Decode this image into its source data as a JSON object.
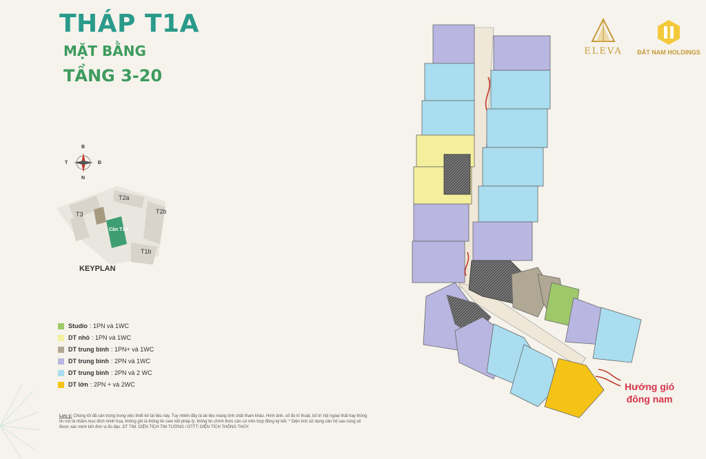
{
  "header": {
    "title": "THÁP T1A",
    "subtitle": "MẶT BẰNG",
    "floors": "TẦNG 3-20"
  },
  "logos": {
    "eleva": "ELEVA",
    "datnam": "ĐẤT NAM HOLDINGS"
  },
  "compass": {
    "north_top": "B",
    "west": "T",
    "east": "Đ",
    "south": "N"
  },
  "keyplan": {
    "label": "KEYPLAN",
    "towers": [
      "T3",
      "T2a",
      "T2b",
      "T1b",
      "Căn T1A"
    ]
  },
  "legend": [
    {
      "name": "Studio",
      "desc": "1PN và 1WC",
      "color": "#9ec86a"
    },
    {
      "name": "DT nhỏ",
      "desc": "1PN và 1WC",
      "color": "#f4ef9c"
    },
    {
      "name": "DT trung bình",
      "desc": "1PN+ và 1WC",
      "color": "#b0a894"
    },
    {
      "name": "DT trung bình",
      "desc": "2PN và 1WC",
      "color": "#b9b6e2"
    },
    {
      "name": "DT trung bình",
      "desc": "2PN và 2 WC",
      "color": "#a9ddef"
    },
    {
      "name": "DT lớn",
      "desc": "2PN + và 2WC",
      "color": "#f5c316"
    }
  ],
  "note": {
    "label": "Lưu ý:",
    "text": "Chúng tôi đã cân trọng trong việc thiết kế tài liệu này. Tuy nhiên đây là tài liệu mang tính chất tham khảo. Hình ảnh, số đo kĩ thuật, bố trí nội ngoại thất hay thông tin mô tả nhằm mục đích minh họa, không ghi là thông tin cam kết pháp lý, thông tin chính thức căn cứ trên hợp đồng ký kết. * Diện tích sử dụng căn hộ sau cùng sẽ được xác minh bởi đơn vị đo đạc. DT TIM: DIỆN TÍCH TIM TƯỜNG / DTTT: DIỆN TÍCH THÔNG THỦY."
  },
  "wind": {
    "line1": "Hướng gió",
    "line2": "đông nam",
    "color": "#d6334a"
  }
}
